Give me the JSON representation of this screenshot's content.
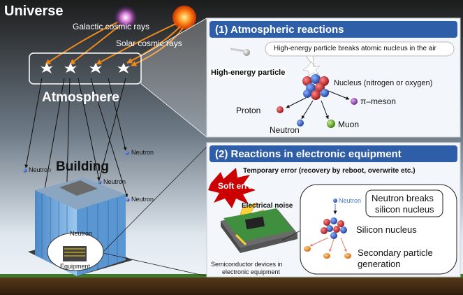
{
  "universe_label": "Universe",
  "galactic_rays": "Galactic cosmic rays",
  "solar_rays": "Solar cosmic rays",
  "atmosphere_label": "Atmosphere",
  "building_label": "Building",
  "neutron_label": "Neutron",
  "equipment_label": "Equipment",
  "panel1": {
    "title": "(1) Atmospheric reactions",
    "callout": "High-energy particle breaks atomic nucleus in the air",
    "particle": "High-energy particle",
    "nucleus": "Nucleus (nitrogen or oxygen)",
    "proton": "Proton",
    "neutron": "Neutron",
    "muon": "Muon",
    "meson": "π–meson"
  },
  "panel2": {
    "title": "(2) Reactions in electronic equipment",
    "temp_error": "Temporary error (recovery by reboot, overwrite etc.)",
    "soft_error": "Soft error",
    "noise": "Electrical noise",
    "semi_line1": "Semiconductor devices in",
    "semi_line2": "electronic equipment",
    "neutron": "Neutron",
    "breaks_line1": "Neutron breaks",
    "breaks_line2": "silicon nucleus",
    "silicon": "Silicon nucleus",
    "secondary_line1": "Secondary particle",
    "secondary_line2": "generation"
  },
  "colors": {
    "sky_top": "#1a1a1a",
    "panel_header": "#2f5ea8",
    "ray_arrow": "#f08a1c",
    "soft_error": "#cc0000"
  }
}
